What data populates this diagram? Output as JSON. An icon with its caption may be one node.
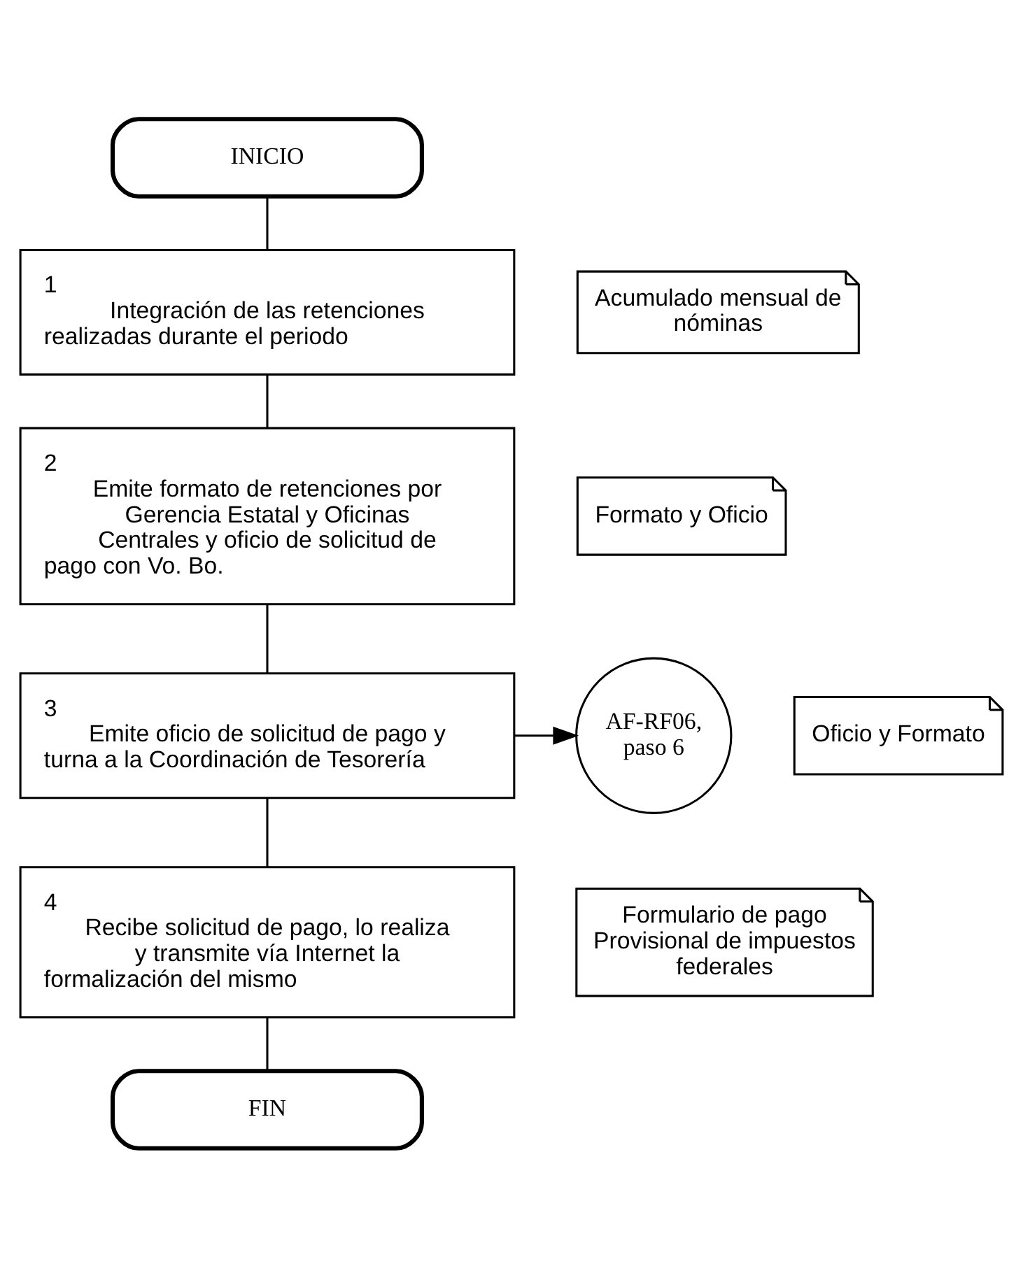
{
  "diagram": {
    "nodes": [
      {
        "text": [
          "INICIO"
        ]
      },
      {
        "text": [
          "1",
          "Integración de las retenciones realizadas durante el periodo"
        ]
      },
      {
        "text": [
          "Acumulado mensual de nóminas"
        ]
      },
      {
        "text": [
          "2",
          "Emite formato de retenciones por Gerencia Estatal y Oficinas Centrales y oficio de solicitud de pago con Vo. Bo."
        ]
      },
      {
        "text": [
          "Formato y Oficio"
        ]
      },
      {
        "text": [
          "3",
          "Emite oficio de solicitud de pago y turna a la Coordinación de Tesorería"
        ]
      },
      {
        "text": [
          "Oficio y Formato"
        ]
      },
      {
        "text": [
          "AF-RF06, paso 6"
        ]
      },
      {
        "text": [
          "4",
          "Recibe solicitud de pago, lo realiza y transmite vía Internet la formalización del mismo"
        ]
      },
      {
        "text": [
          "Formulario de pago Provisional de impuestos federales"
        ]
      },
      {
        "text": [
          "FIN"
        ]
      }
    ],
    "edges": [
      {
        "from": 0,
        "to": 1,
        "arrow": "none"
      },
      {
        "from": 1,
        "to": 3,
        "arrow": "none"
      },
      {
        "from": 3,
        "to": 5,
        "arrow": "none"
      },
      {
        "from": 5,
        "to": 7,
        "arrow": "to"
      },
      {
        "from": 5,
        "to": 8,
        "arrow": "none"
      },
      {
        "from": 8,
        "to": 10,
        "arrow": "none"
      }
    ]
  }
}
